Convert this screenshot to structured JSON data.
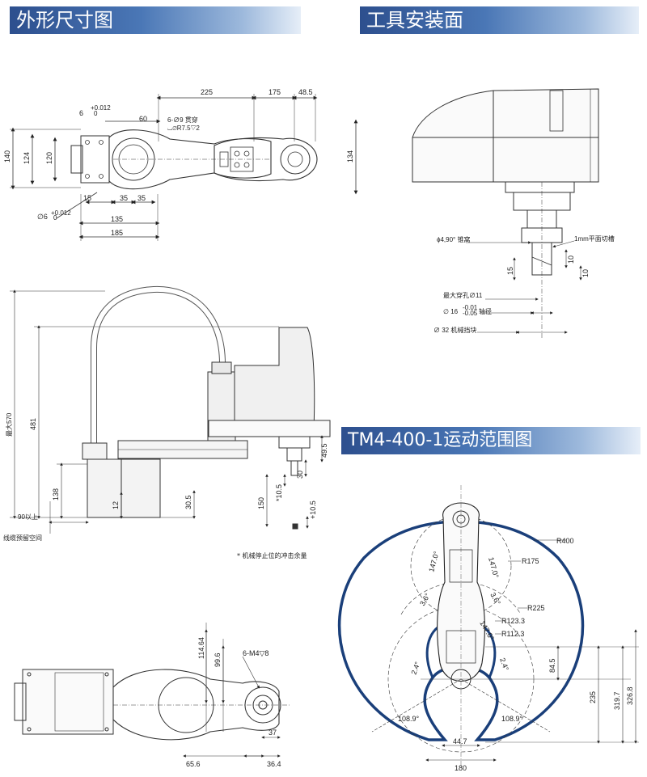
{
  "headers": {
    "outline": "外形尺寸图",
    "tool": "工具安装面",
    "range": "TM4-400-1运动范围图"
  },
  "top_view": {
    "d225": "225",
    "d175": "175",
    "d48_5": "48.5",
    "d6": "6",
    "tol_upper": "+0.012",
    "tol_lower": "0",
    "d60": "60",
    "hole_note_1": "6-∅9 贯穿",
    "hole_note_2": "⌴∅R7.5▽2",
    "d140": "140",
    "d124": "124",
    "d120": "120",
    "d134": "134",
    "d15": "15",
    "d35a": "35",
    "d35b": "35",
    "d_phi6": "∅6",
    "d135": "135",
    "d185": "185"
  },
  "tool": {
    "cone_label": "ϕ4,90° 锥窝",
    "flat_label": "1mm平面切槽",
    "d15": "15",
    "d10a": "10",
    "d10b": "10",
    "max_hole": "最大穿孔∅11",
    "shaft_label_a": "∅ 16",
    "shaft_tol_upper": "-0.01",
    "shaft_tol_lower": "-0.05",
    "shaft_label_b": "轴径",
    "stop_label": "∅ 32 机械挡块"
  },
  "side_view": {
    "d570": "最大570",
    "d481": "481",
    "d138": "138",
    "d12": "12",
    "d30_5": "30.5",
    "d150": "150",
    "d_star10_5": "*10.5",
    "d30": "30",
    "d49_5": "49.5",
    "d_plus10_5": "+10.5",
    "cable_a": "90以上",
    "cable_b": "线缆预留空间",
    "footnote": "* 机械停止位的冲击余量"
  },
  "bottom_view": {
    "d114_64": "114.64",
    "d99_6": "99.6",
    "d6m4": "6-M4▽8",
    "d37": "37",
    "d65_6": "65.6",
    "d36_4": "36.4"
  },
  "range": {
    "r400": "R400",
    "r175": "R175",
    "r225": "R225",
    "r123_3": "R123.3",
    "r112_3": "R112.3",
    "a147_l": "147.0°",
    "a147_r": "147.0°",
    "a3_6_l": "3.6°",
    "a3_6_r": "3.6°",
    "a2_4_l": "2.4°",
    "a2_4_r": "2.4°",
    "a147_in": "147.0°",
    "a108_l": "108.9°",
    "a108_r": "108.9°",
    "d84_5": "84.5",
    "d235": "235",
    "d319_7": "319.7",
    "d326_8": "326.8",
    "d44_7": "44.7",
    "d180": "180"
  }
}
